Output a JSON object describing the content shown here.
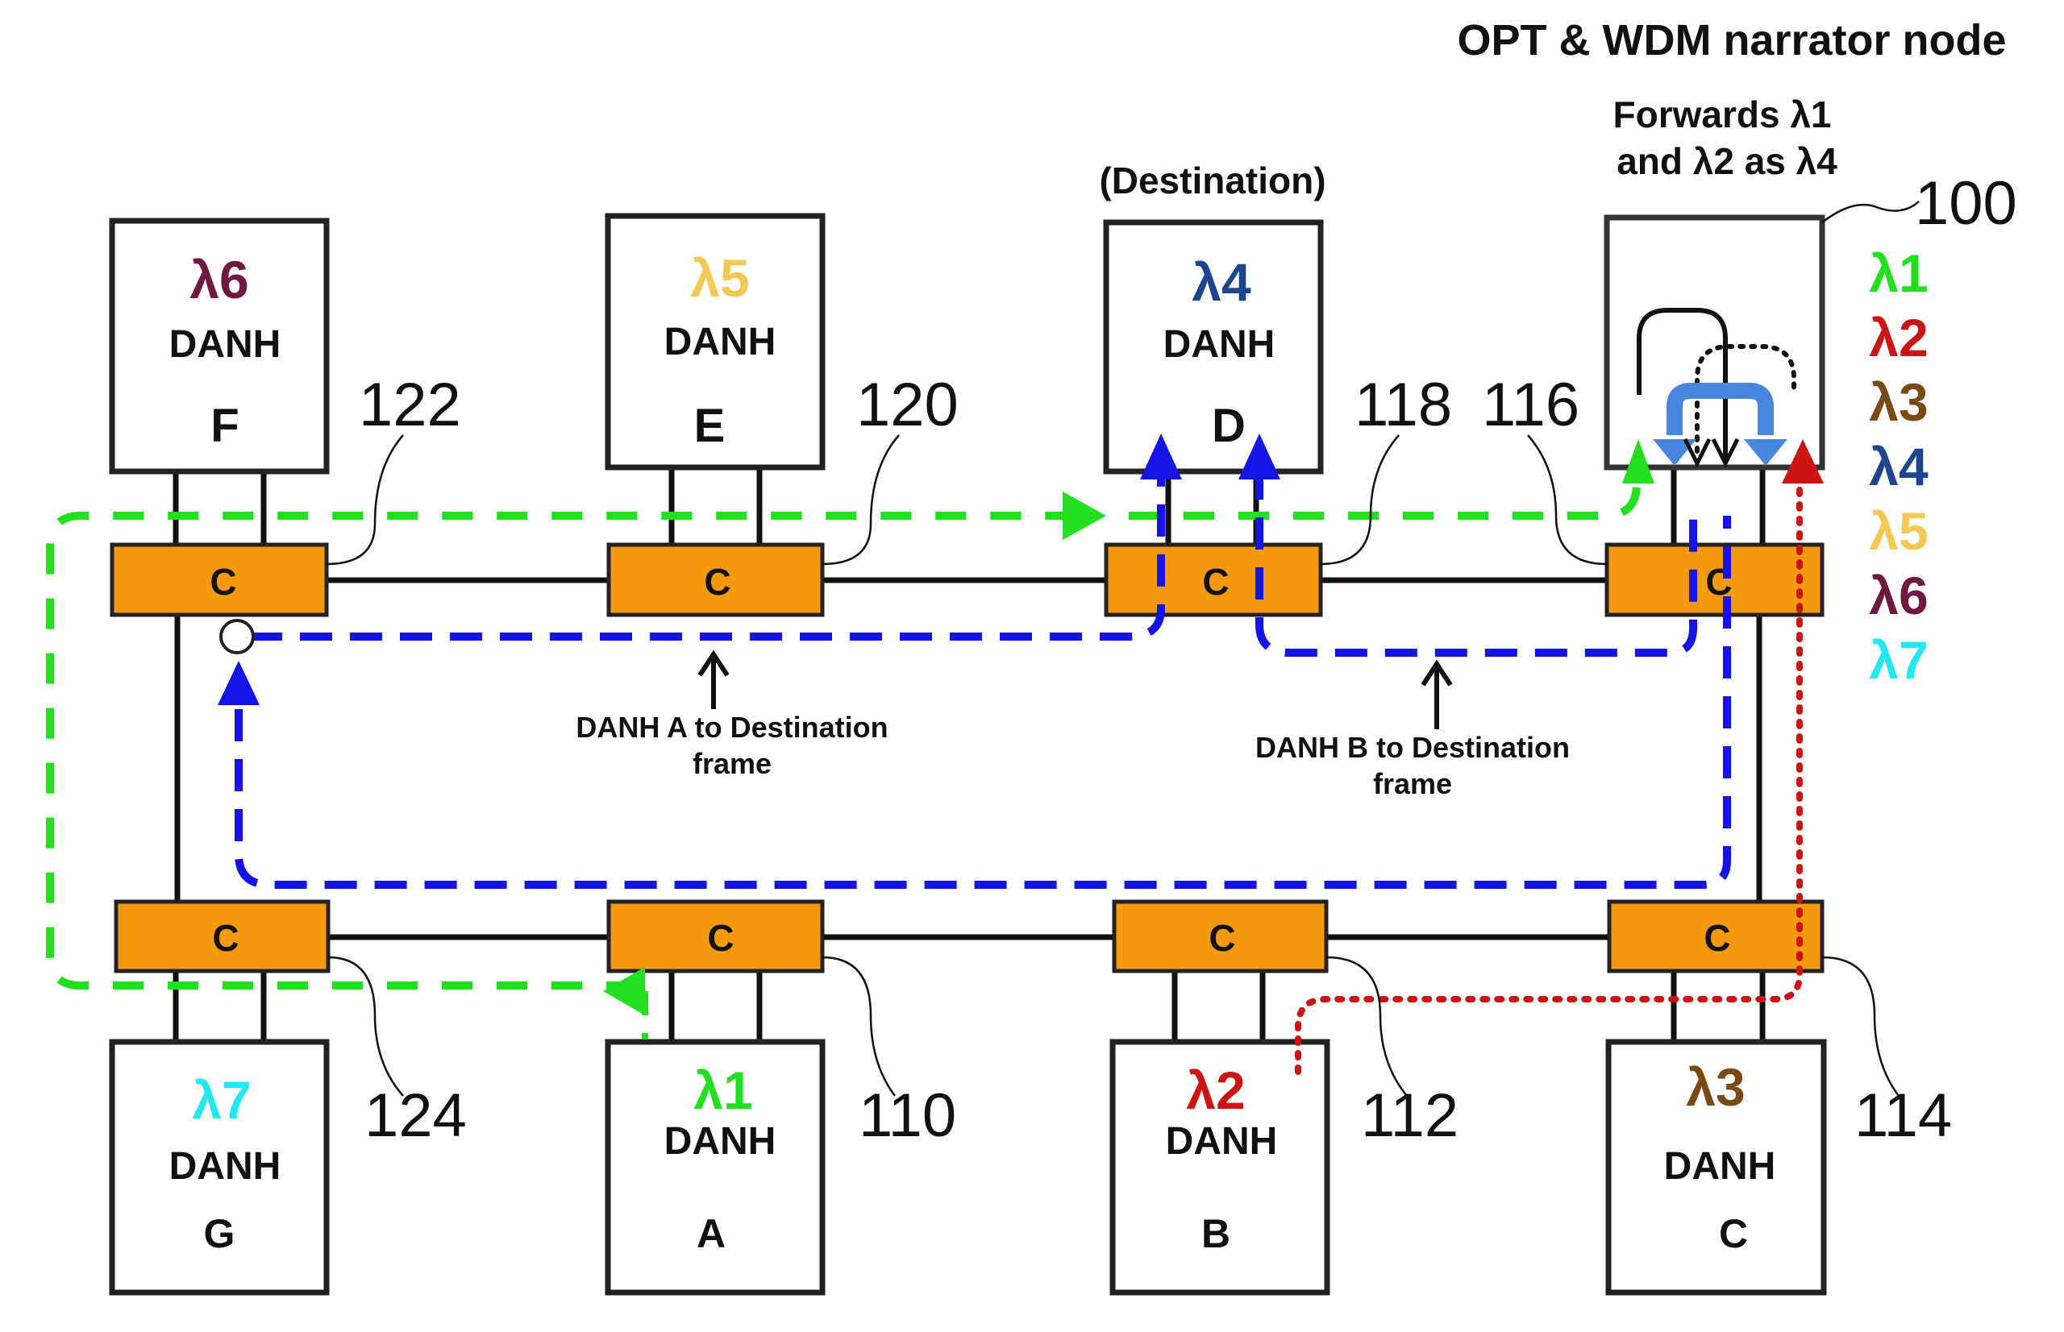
{
  "title": "OPT & WDM narrator node",
  "narrator_note": [
    "Forwards λ1",
    "and λ2 as λ4"
  ],
  "destination_label": "(Destination)",
  "annotations": {
    "a_path": [
      "DANH A to Destination",
      "frame"
    ],
    "b_path": [
      "DANH B to Destination",
      "frame"
    ]
  },
  "colors": {
    "connector_fill": "#f59a0c",
    "lambda1": "#22e01e",
    "lambda2": "#cc1414",
    "lambda3": "#7a4a16",
    "lambda4": "#1e4690",
    "lambda5": "#f5c851",
    "lambda6": "#6e1842",
    "lambda7": "#22e8f0",
    "path_blue": "#1414e6",
    "narrator_arrow": "#4a86de"
  },
  "legend": [
    {
      "label": "λ1",
      "color_key": "lambda1"
    },
    {
      "label": "λ2",
      "color_key": "lambda2"
    },
    {
      "label": "λ3",
      "color_key": "lambda3"
    },
    {
      "label": "λ4",
      "color_key": "lambda4"
    },
    {
      "label": "λ5",
      "color_key": "lambda5"
    },
    {
      "label": "λ6",
      "color_key": "lambda6"
    },
    {
      "label": "λ7",
      "color_key": "lambda7"
    }
  ],
  "nodes": [
    {
      "id": "F",
      "lambda": "λ6",
      "color_key": "lambda6",
      "type": "DANH",
      "row": "top"
    },
    {
      "id": "E",
      "lambda": "λ5",
      "color_key": "lambda5",
      "type": "DANH",
      "row": "top"
    },
    {
      "id": "D",
      "lambda": "λ4",
      "color_key": "lambda4",
      "type": "DANH",
      "row": "top"
    },
    {
      "id": "G",
      "lambda": "λ7",
      "color_key": "lambda7",
      "type": "DANH",
      "row": "bottom"
    },
    {
      "id": "A",
      "lambda": "λ1",
      "color_key": "lambda1",
      "type": "DANH",
      "row": "bottom"
    },
    {
      "id": "B",
      "lambda": "λ2",
      "color_key": "lambda2",
      "type": "DANH",
      "row": "bottom"
    },
    {
      "id": "C",
      "lambda": "λ3",
      "color_key": "lambda3",
      "type": "DANH",
      "row": "bottom"
    }
  ],
  "connector_label": "C",
  "reference_numbers": {
    "narrator": "100",
    "c_A": "110",
    "c_B": "112",
    "c_C": "114",
    "c_narrator": "116",
    "c_D": "118",
    "c_E": "120",
    "c_F": "122",
    "c_G": "124"
  }
}
